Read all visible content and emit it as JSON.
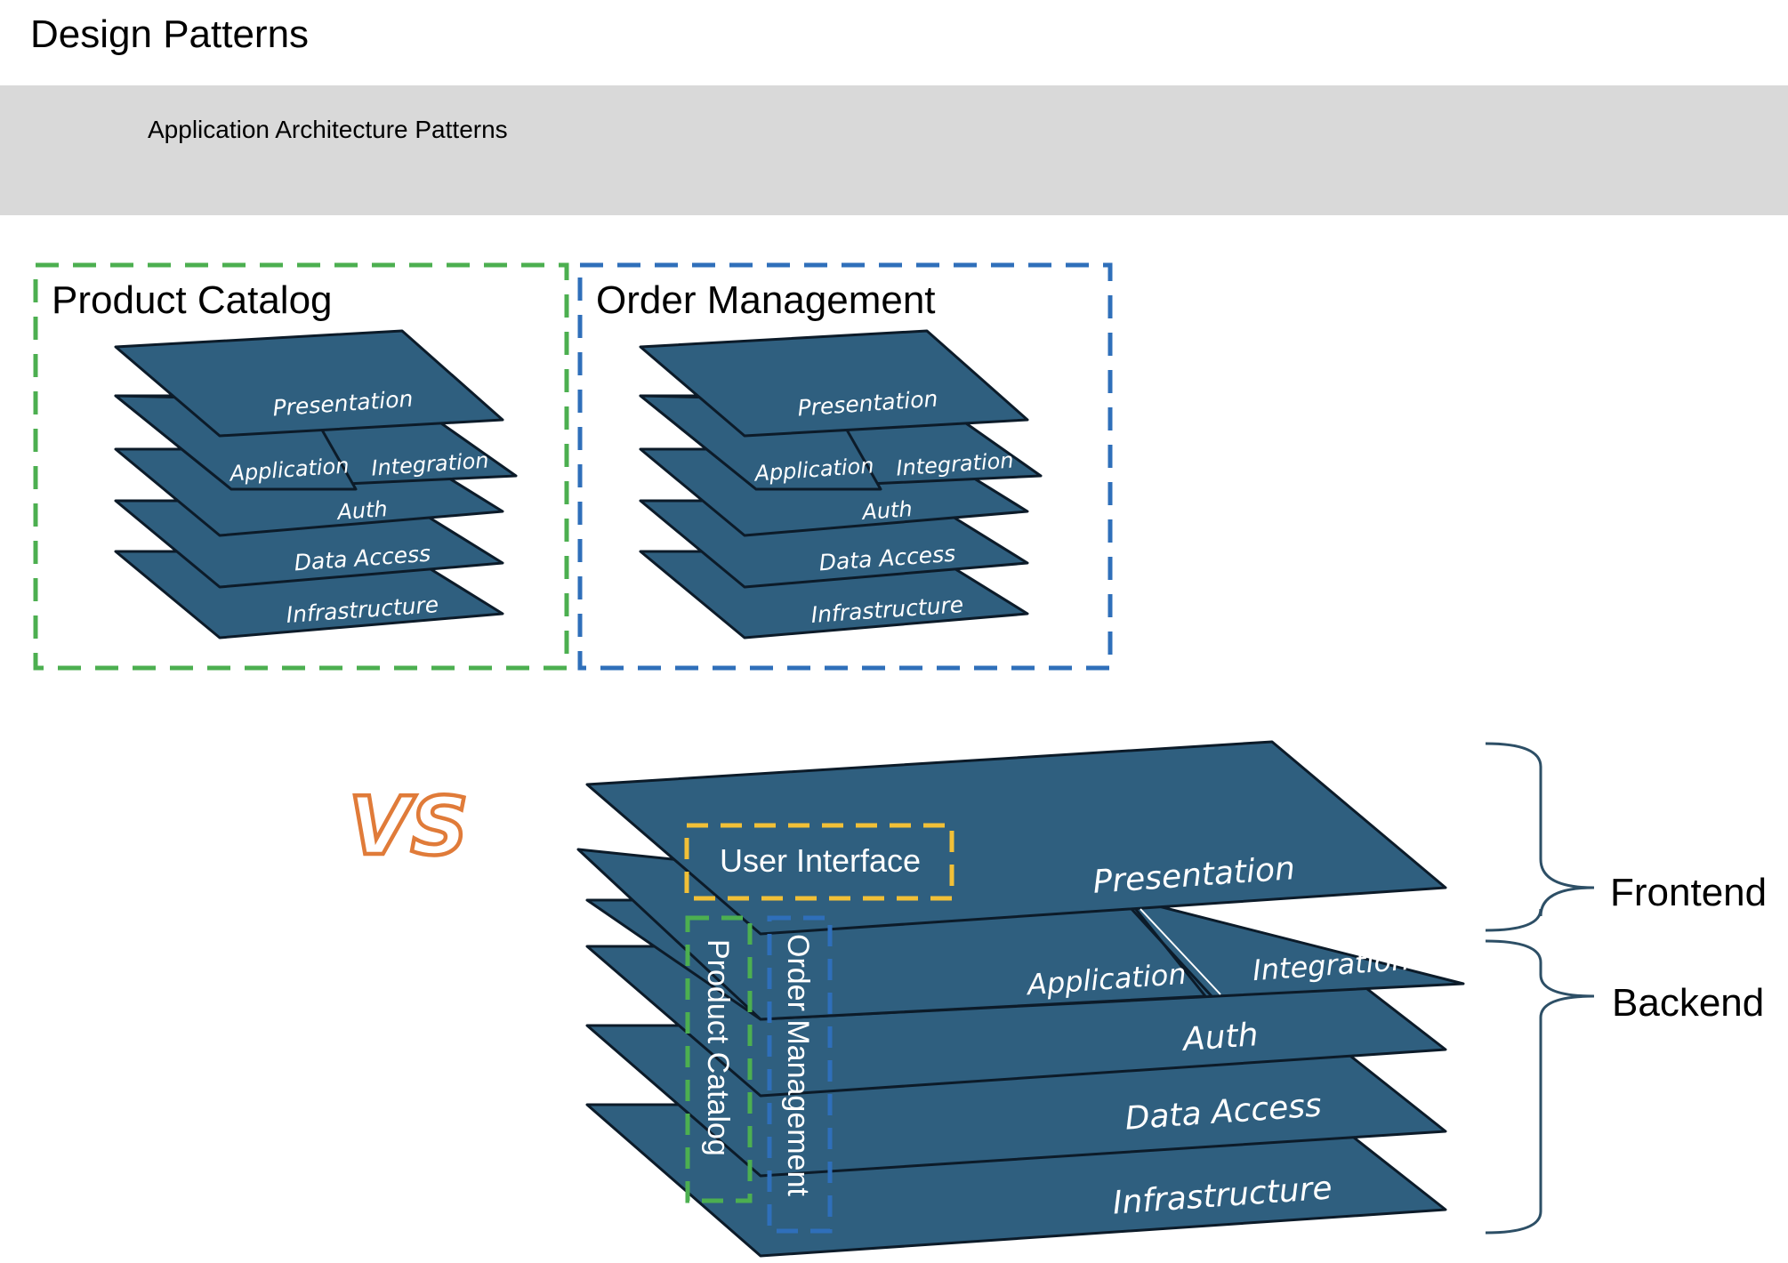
{
  "header": {
    "title": "Design Patterns"
  },
  "banner": {
    "title": "Application Architecture Patterns"
  },
  "colors": {
    "layer_fill": "#2f5f7f",
    "layer_stroke": "#0c1b29",
    "product_catalog_border": "#4caf50",
    "order_management_border": "#2f6fba",
    "user_interface_border": "#f2c037",
    "vs_outline": "#e07b39",
    "bracket": "#2d4f66"
  },
  "panels": [
    {
      "title": "Product Catalog",
      "layers": [
        "Presentation",
        "Application",
        "Integration",
        "Auth",
        "Data Access",
        "Infrastructure"
      ]
    },
    {
      "title": "Order Management",
      "layers": [
        "Presentation",
        "Application",
        "Integration",
        "Auth",
        "Data Access",
        "Infrastructure"
      ]
    }
  ],
  "comparison": {
    "vs_label": "VS",
    "layers": [
      "Presentation",
      "Application",
      "Integration",
      "Auth",
      "Data Access",
      "Infrastructure"
    ],
    "user_interface_label": "User Interface",
    "vertical_labels": [
      "Product Catalog",
      "Order Management"
    ],
    "brackets": [
      "Frontend",
      "Backend"
    ]
  }
}
